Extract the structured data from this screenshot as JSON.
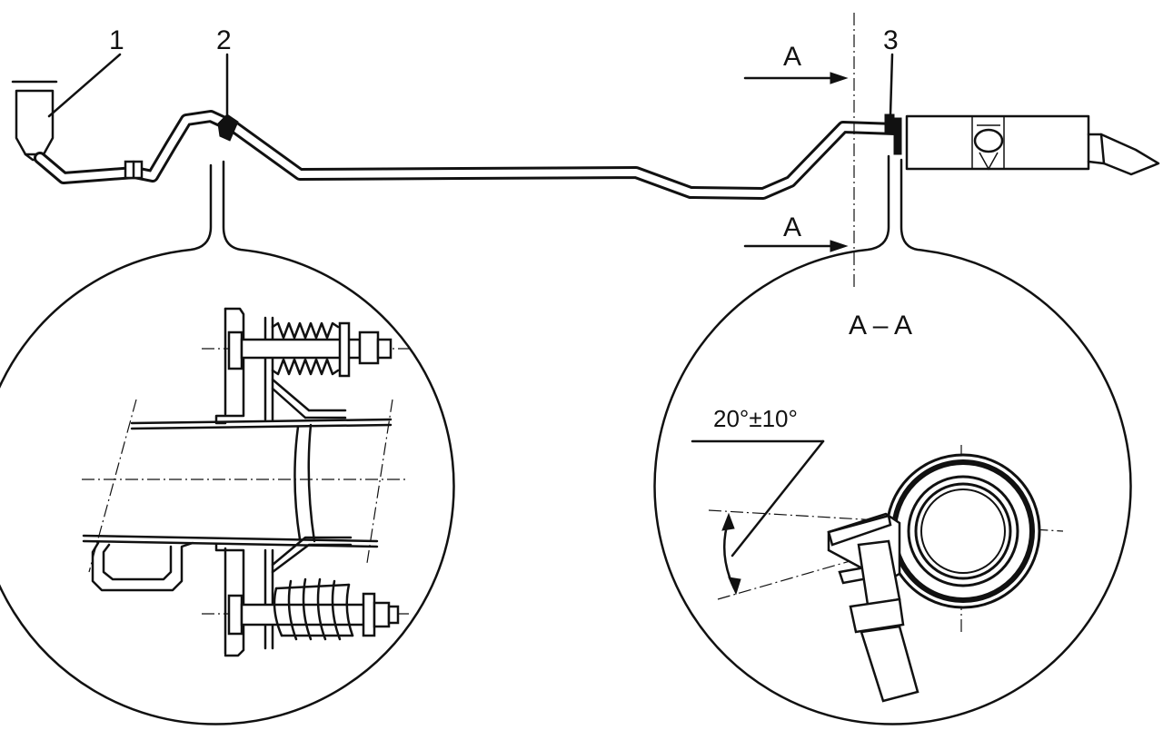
{
  "callouts": [
    "1",
    "2",
    "3"
  ],
  "section": {
    "marker": "A",
    "title": "A – A",
    "angle": "20°±10°"
  }
}
